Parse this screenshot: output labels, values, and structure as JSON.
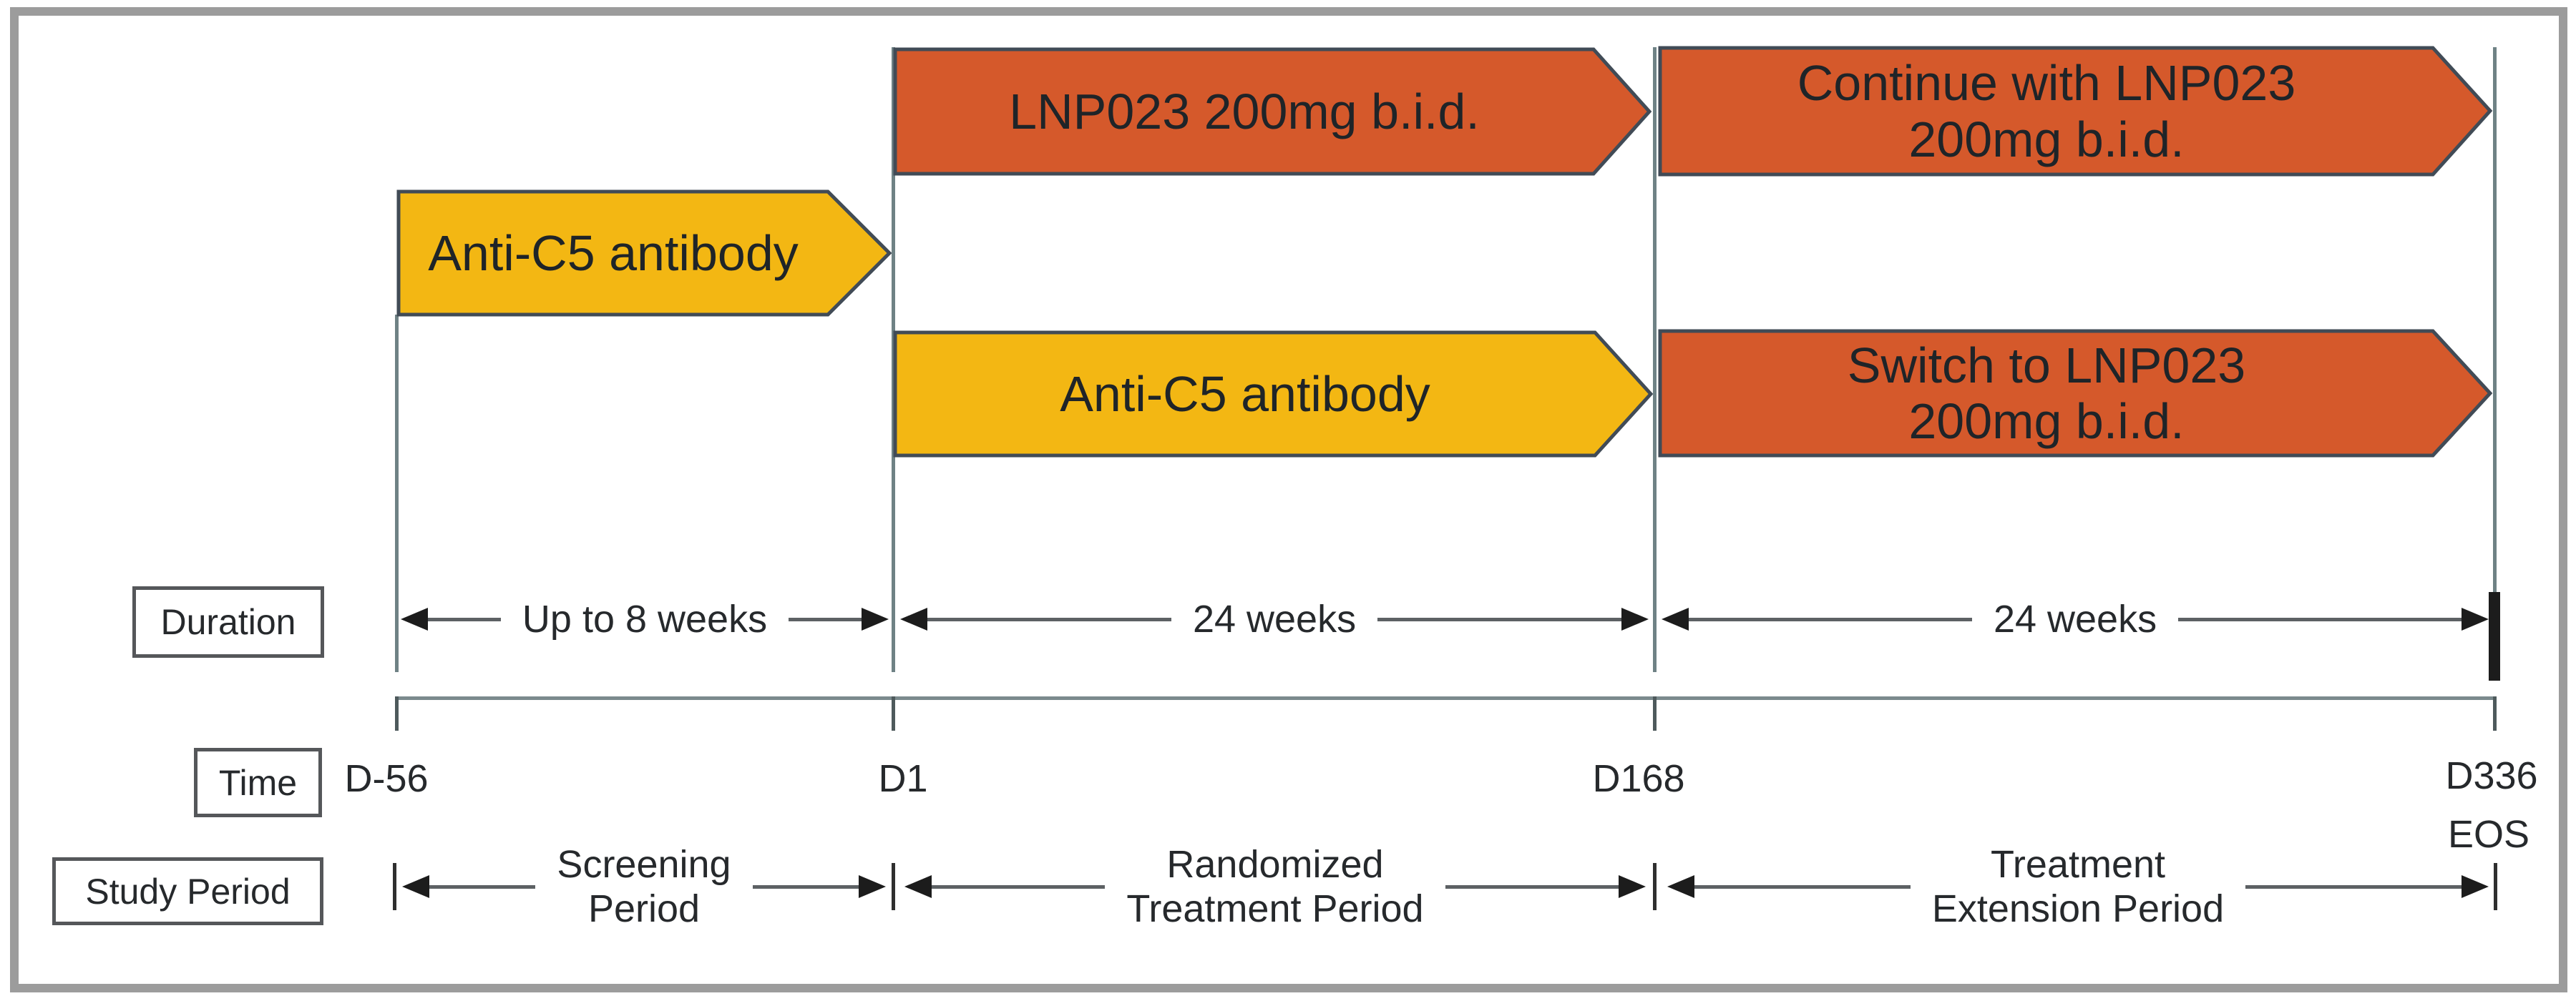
{
  "figure": {
    "description": "Clinical study design timeline diagram",
    "arrows": {
      "screening_anti_c5": "Anti-C5 antibody",
      "randomized_lnp023": "LNP023 200mg b.i.d.",
      "randomized_anti_c5": "Anti-C5 antibody",
      "extension_continue_line1": "Continue with LNP023",
      "extension_continue_line2": "200mg b.i.d.",
      "extension_switch_line1": "Switch to LNP023",
      "extension_switch_line2": "200mg b.i.d."
    },
    "duration_row": {
      "box_label": "Duration",
      "screening": "Up to 8 weeks",
      "randomized": "24 weeks",
      "extension": "24 weeks"
    },
    "time_row": {
      "box_label": "Time",
      "d_minus_56": "D-56",
      "d1": "D1",
      "d168": "D168",
      "d336": "D336",
      "eos": "EOS"
    },
    "study_period_row": {
      "box_label": "Study Period",
      "screening_line1": "Screening",
      "screening_line2": "Period",
      "randomized_line1": "Randomized",
      "randomized_line2": "Treatment Period",
      "extension_line1": "Treatment",
      "extension_line2": "Extension Period"
    },
    "colors": {
      "treatment_arrow": "#d5592b",
      "anti_c5_arrow": "#f3b713",
      "arrow_outline": "#414b56",
      "guide_line": "#6f8285",
      "measure_line": "#5d6164",
      "end_of_study_bar": "#1c1c1c",
      "frame_border": "#9c9c9c",
      "text": "#26292c"
    }
  }
}
